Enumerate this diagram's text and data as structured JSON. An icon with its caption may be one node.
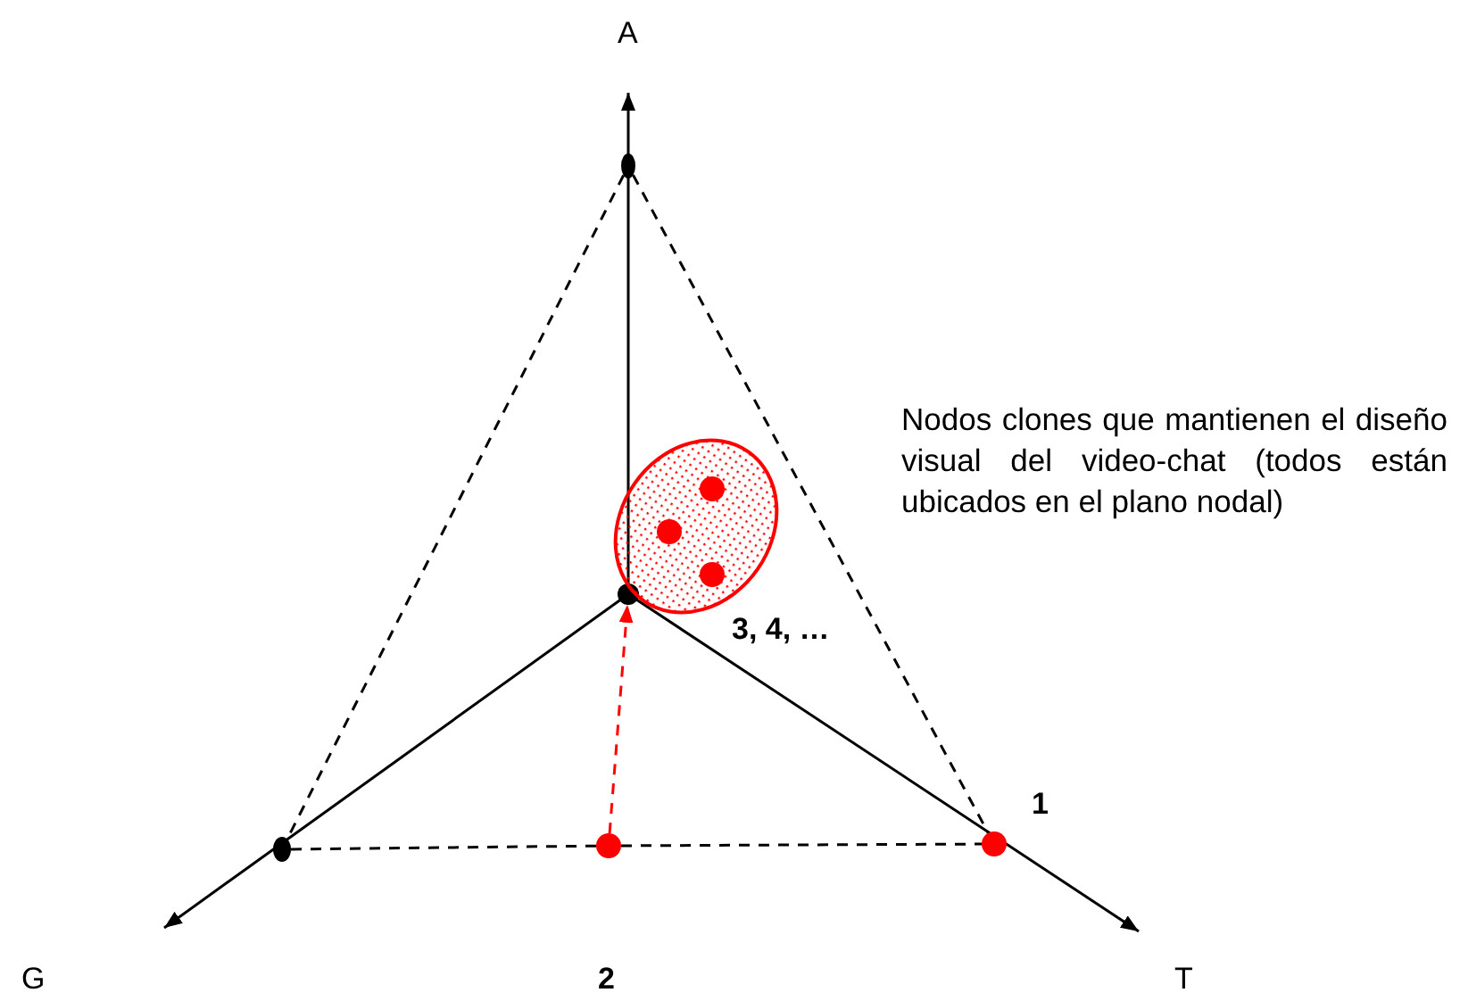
{
  "diagram": {
    "nodes": [
      {
        "text": [],
        "shape": "circle"
      },
      {
        "text": [],
        "shape": "circle"
      },
      {
        "text": [],
        "shape": "ellipse",
        "beside": [
          "3, 4, …"
        ]
      },
      {
        "text": [],
        "shape": "circle",
        "in": 2
      },
      {
        "text": [],
        "shape": "circle",
        "in": 2
      },
      {
        "text": [],
        "shape": "circle",
        "in": 2
      },
      {
        "text": [],
        "shape": "circle"
      },
      {
        "text": [],
        "shape": "circle"
      },
      {
        "text": [],
        "shape": "circle",
        "beside": [
          "1"
        ]
      }
    ],
    "edges": [
      {
        "from": 0,
        "to": 6,
        "arrow": "none",
        "style": "dashed"
      },
      {
        "from": 0,
        "to": 8,
        "arrow": "none",
        "style": "dashed"
      },
      {
        "from": 6,
        "to": 7,
        "arrow": "none",
        "style": "dashed"
      },
      {
        "from": 7,
        "to": 8,
        "arrow": "none",
        "style": "dashed"
      },
      {
        "from": 7,
        "to": 1,
        "arrow": "to",
        "style": "dashed",
        "color": "#ff0000"
      }
    ],
    "labels": [
      "A",
      "Nodos clones que mantienen el diseño visual del video-chat (todos están ubicados en el plano nodal)",
      "G",
      "2",
      "T"
    ]
  }
}
